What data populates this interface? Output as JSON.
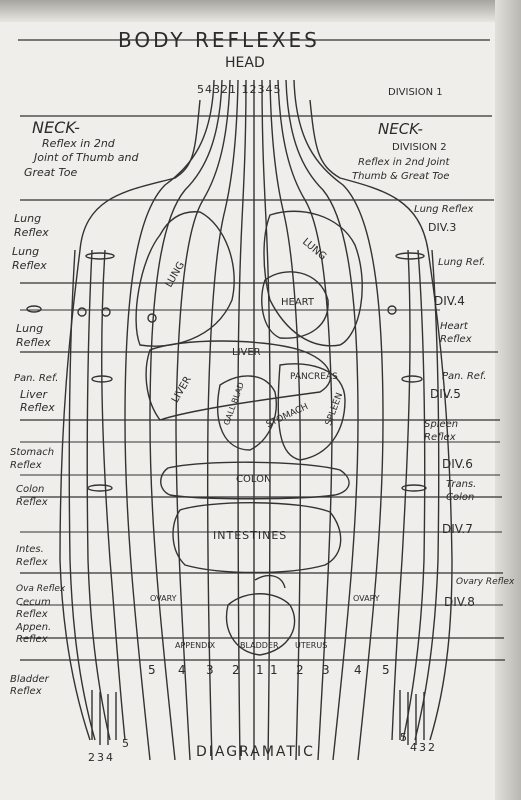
{
  "title": "BODY REFLEXES",
  "head": "HEAD",
  "footer": "DIAGRAMATIC",
  "top_numbers": "54321 12345",
  "left": {
    "neck_title": "NECK-",
    "neck_text_1": "Reflex in 2nd",
    "neck_text_2": "Joint of Thumb and",
    "neck_text_3": "Great Toe",
    "lung_reflex_1": "Lung Reflex",
    "lung_reflex_2": "Lung Reflex",
    "lung_reflex_3": "Lung Reflex",
    "pan_ref": "Pan. Ref.",
    "liver_reflex": "Liver Reflex",
    "stomach_reflex": "Stomach Reflex",
    "colon_reflex": "Colon Reflex",
    "intes_reflex": "Intes. Reflex",
    "ova_reflex": "Ova Reflex",
    "cecum_reflex": "Cecum Reflex",
    "appen_reflex": "Appen. Reflex",
    "bladder_reflex": "Bladder Reflex"
  },
  "right": {
    "division_1": "DIVISION 1",
    "neck_title": "NECK-",
    "division_2": "DIVISION 2",
    "neck_text_1": "Reflex in 2nd Joint",
    "neck_text_2": "Thumb & Great Toe",
    "lung_reflex": "Lung Reflex",
    "div3": "DIV.3",
    "lung_ref": "Lung Ref.",
    "div4": "DIV.4",
    "heart_reflex": "Heart Reflex",
    "pan_ref": "Pan. Ref.",
    "div5": "DIV.5",
    "spleen_reflex": "Spleen Reflex",
    "div6": "DIV.6",
    "trans_colon": "Trans. Colon",
    "div7": "DIV.7",
    "ovary_reflex": "Ovary Reflex",
    "div8": "DIV.8"
  },
  "organs": {
    "lung_left": "LUNG",
    "lung_right": "LUNG",
    "heart": "HEART",
    "liver": "LIVER",
    "liver_2": "LIVER",
    "gall_blad": "GALL BLAD",
    "pancreas": "PANCREAS",
    "stomach": "STOMACH",
    "spleen": "SPLEEN",
    "colon": "COLON",
    "intestines": "INTESTINES",
    "ovary_left": "OVARY",
    "ovary_right": "OVARY",
    "appendix": "APPENDIX",
    "bladder": "BLADDER",
    "uterus": "UTERUS"
  },
  "bottom_numbers": [
    "5",
    "4",
    "3",
    "2",
    "1",
    "1",
    "2",
    "3",
    "4",
    "5"
  ],
  "foot_numbers": {
    "left": "234",
    "left_5": "5",
    "right": "432",
    "right_5": "5"
  }
}
